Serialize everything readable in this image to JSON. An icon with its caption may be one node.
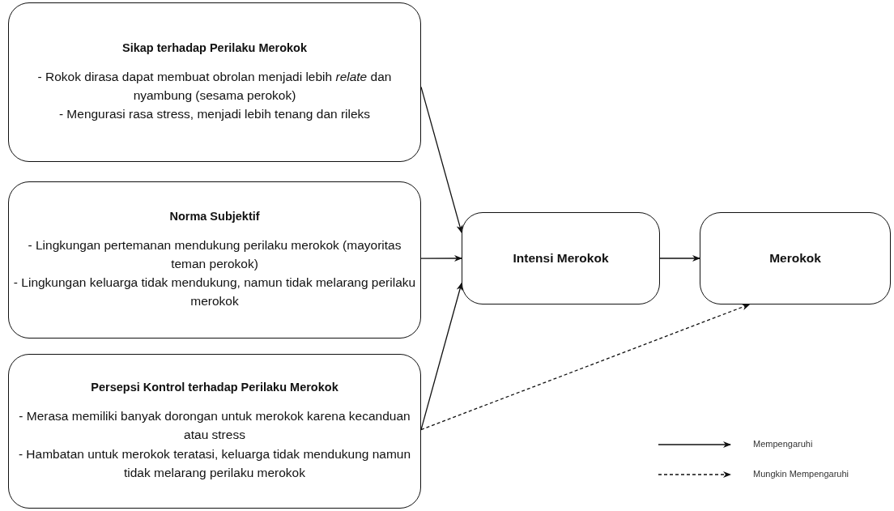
{
  "diagram": {
    "nodes": [
      {
        "text": [
          "Sikap terhadap Perilaku Merokok",
          "- Rokok dirasa dapat membuat obrolan menjadi lebih *relate* dan nyambung (sesama perokok)",
          "- Mengurasi rasa stress, menjadi lebih tenang dan rileks"
        ]
      },
      {
        "text": [
          "Norma Subjektif",
          "- Lingkungan pertemanan mendukung perilaku merokok (mayoritas teman perokok)",
          "- Lingkungan keluarga tidak mendukung, namun tidak melarang perilaku merokok"
        ]
      },
      {
        "text": [
          "Persepsi Kontrol terhadap Perilaku Merokok",
          "- Merasa memiliki banyak dorongan untuk merokok karena kecanduan atau stress",
          "- Hambatan untuk merokok teratasi, keluarga tidak mendukung namun tidak melarang perilaku merokok"
        ]
      },
      {
        "text": [
          "Intensi Merokok"
        ]
      },
      {
        "text": [
          "Merokok"
        ]
      }
    ],
    "edges": [
      {
        "from": 0,
        "to": 3,
        "arrow": "to"
      },
      {
        "from": 1,
        "to": 3,
        "arrow": "to"
      },
      {
        "from": 2,
        "to": 3,
        "arrow": "to"
      },
      {
        "from": 3,
        "to": 4,
        "arrow": "to"
      },
      {
        "from": 2,
        "to": 4,
        "arrow": "to",
        "style": "dashed"
      }
    ],
    "legend": [
      {
        "text": "Mempengaruhi"
      },
      {
        "text": "Mungkin Mempengaruhi"
      }
    ]
  }
}
